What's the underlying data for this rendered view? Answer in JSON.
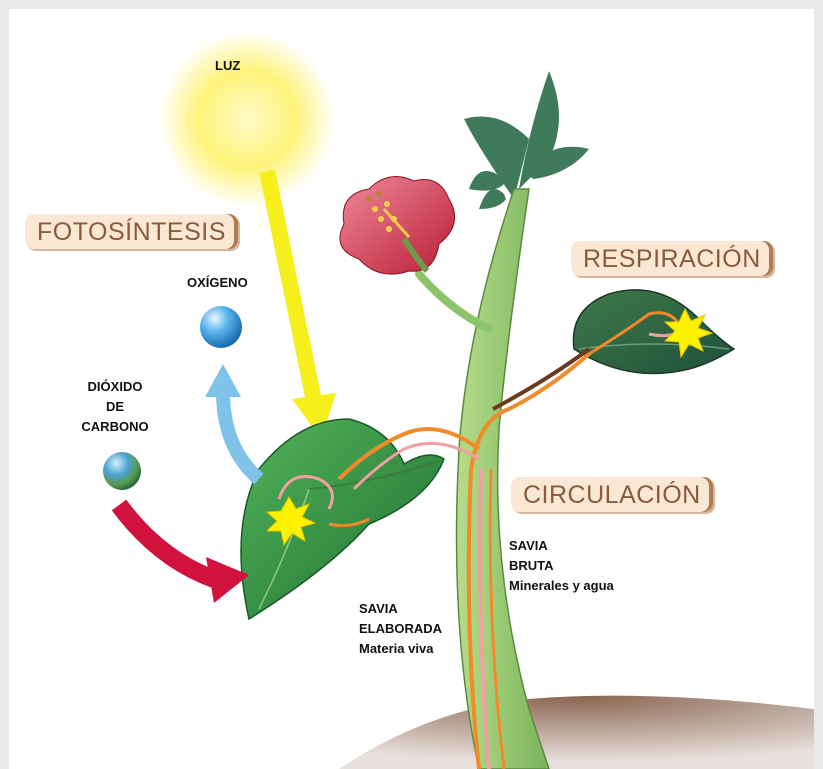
{
  "labels": {
    "luz": "LUZ",
    "fotosintesis": "FOTOSÍNTESIS",
    "respiracion": "RESPIRACIÓN",
    "circulacion": "CIRCULACIÓN",
    "oxigeno": "OXÍGENO",
    "dioxido": [
      "DIÓXIDO",
      "DE",
      "CARBONO"
    ],
    "savia_bruta": [
      "SAVIA",
      "BRUTA",
      "Minerales y agua"
    ],
    "savia_elaborada": [
      "SAVIA",
      "ELABORADA",
      "Materia viva"
    ]
  },
  "colors": {
    "sun": "#fff37a",
    "light_arrow": "#f7ef1c",
    "co2_arrow": "#d0123d",
    "o2_arrow": "#7fc4e8",
    "leaf": "#2f8a3a",
    "stem": "#9ccc6f",
    "flower": "#d8324a",
    "soil": "#6e4a3a",
    "sap_raw": "#f08a2a",
    "sap_elaborated": "#f0a0a0",
    "tag_bg": "#fbe8d4",
    "tag_text": "#8a5a3c"
  },
  "icons": [
    "sun-icon",
    "oxygen-sphere-icon",
    "carbon-dioxide-sphere-icon",
    "flower-icon",
    "leaf-icon",
    "star-burst-icon"
  ]
}
